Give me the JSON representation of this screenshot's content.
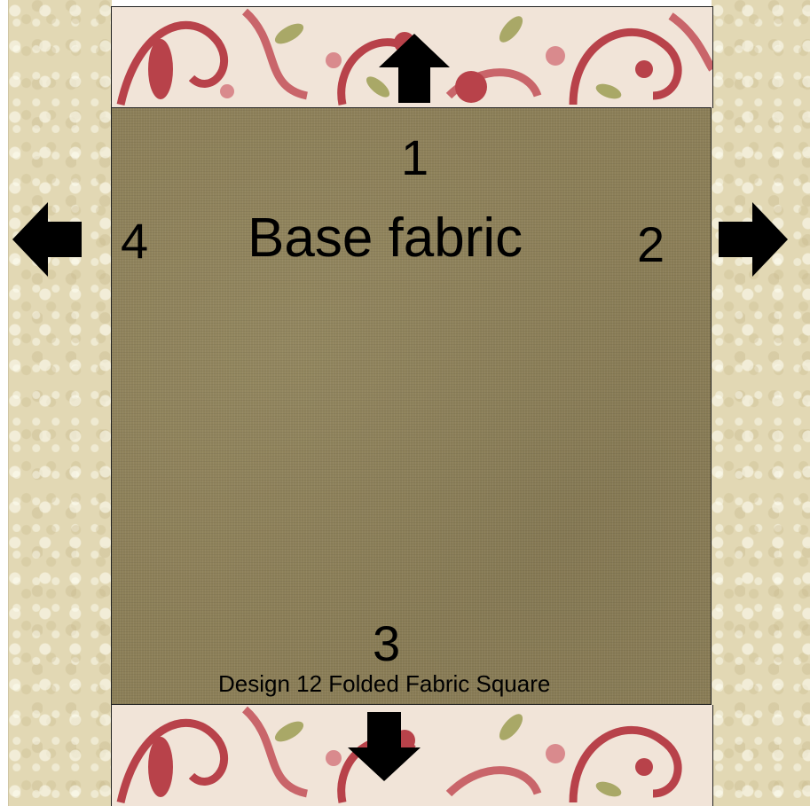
{
  "diagram": {
    "title": "Base fabric",
    "caption": "Design 12 Folded Fabric Square",
    "side_numbers": {
      "top": "1",
      "right": "2",
      "bottom": "3",
      "left": "4"
    }
  },
  "colors": {
    "base_fabric": "#8c7f58",
    "border_fabric": "#e2d8b4",
    "floral_background": "#f1e4d8",
    "floral_red": "#b8424a",
    "floral_green": "#a9a867",
    "arrow": "#000000"
  },
  "icons": {
    "up": "arrow-up-icon",
    "right": "arrow-right-icon",
    "down": "arrow-down-icon",
    "left": "arrow-left-icon"
  }
}
